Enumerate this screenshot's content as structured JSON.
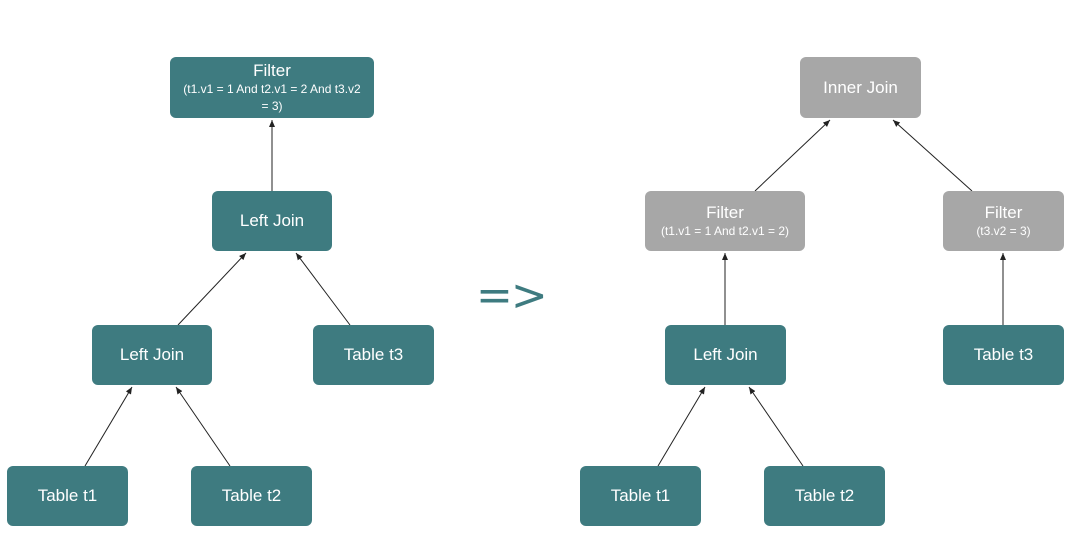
{
  "left_plan": {
    "filter": {
      "label": "Filter",
      "condition": "(t1.v1 = 1 And t2.v1 = 2 And t3.v2 = 3)"
    },
    "left_join_top": {
      "label": "Left Join"
    },
    "left_join_bottom": {
      "label": "Left Join"
    },
    "table_t1": {
      "label": "Table t1"
    },
    "table_t2": {
      "label": "Table t2"
    },
    "table_t3": {
      "label": "Table t3"
    }
  },
  "transform_symbol": "=>",
  "right_plan": {
    "inner_join": {
      "label": "Inner Join"
    },
    "filter_left": {
      "label": "Filter",
      "condition": "(t1.v1 = 1 And t2.v1 = 2)"
    },
    "filter_right": {
      "label": "Filter",
      "condition": "(t3.v2 = 3)"
    },
    "left_join": {
      "label": "Left Join"
    },
    "table_t1": {
      "label": "Table t1"
    },
    "table_t2": {
      "label": "Table t2"
    },
    "table_t3": {
      "label": "Table t3"
    }
  },
  "colors": {
    "active_node": "#3e7b80",
    "pushed_node": "#a7a7a7",
    "edge": "#222222"
  }
}
